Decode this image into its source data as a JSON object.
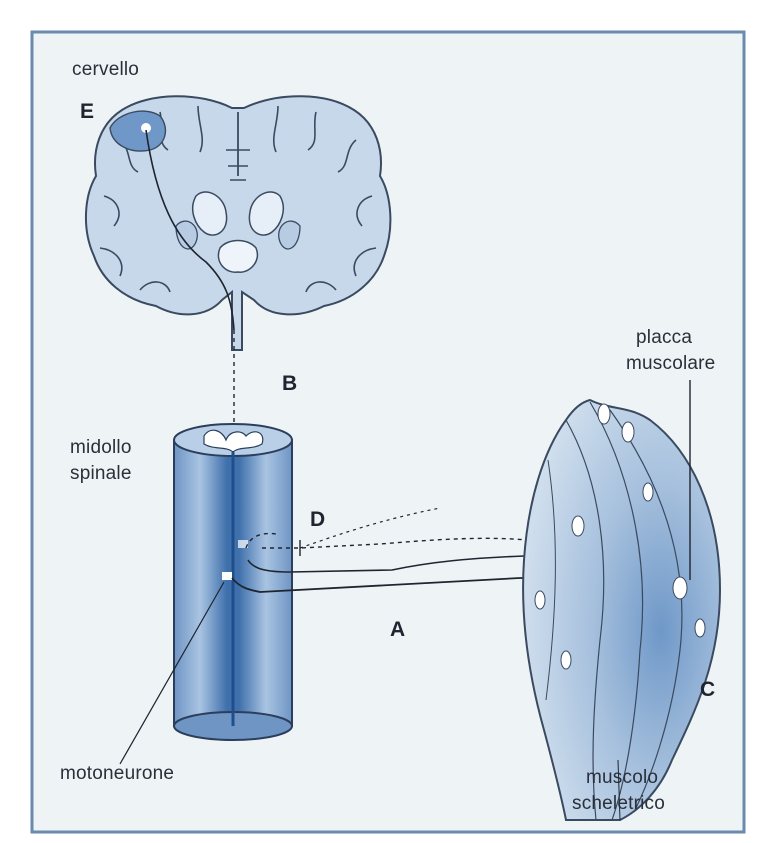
{
  "labels": {
    "cervello": "cervello",
    "midollo_line1": "midollo",
    "midollo_line2": "spinale",
    "placca_line1": "placca",
    "placca_line2": "muscolare",
    "motoneurone": "motoneurone",
    "muscolo_line1": "muscolo",
    "muscolo_line2": "scheletrico"
  },
  "letters": {
    "a": "A",
    "b": "B",
    "c": "C",
    "d": "D",
    "e": "E"
  },
  "colors": {
    "panel_background": "#eef3f6",
    "frame": "#6a8aae",
    "brain_fill": "#c7d8ea",
    "cord_dark": "#3f70ac",
    "cord_light": "#a9c4e2",
    "muscle_fill": "#a9c3df",
    "nerve_line": "#1f2530"
  }
}
